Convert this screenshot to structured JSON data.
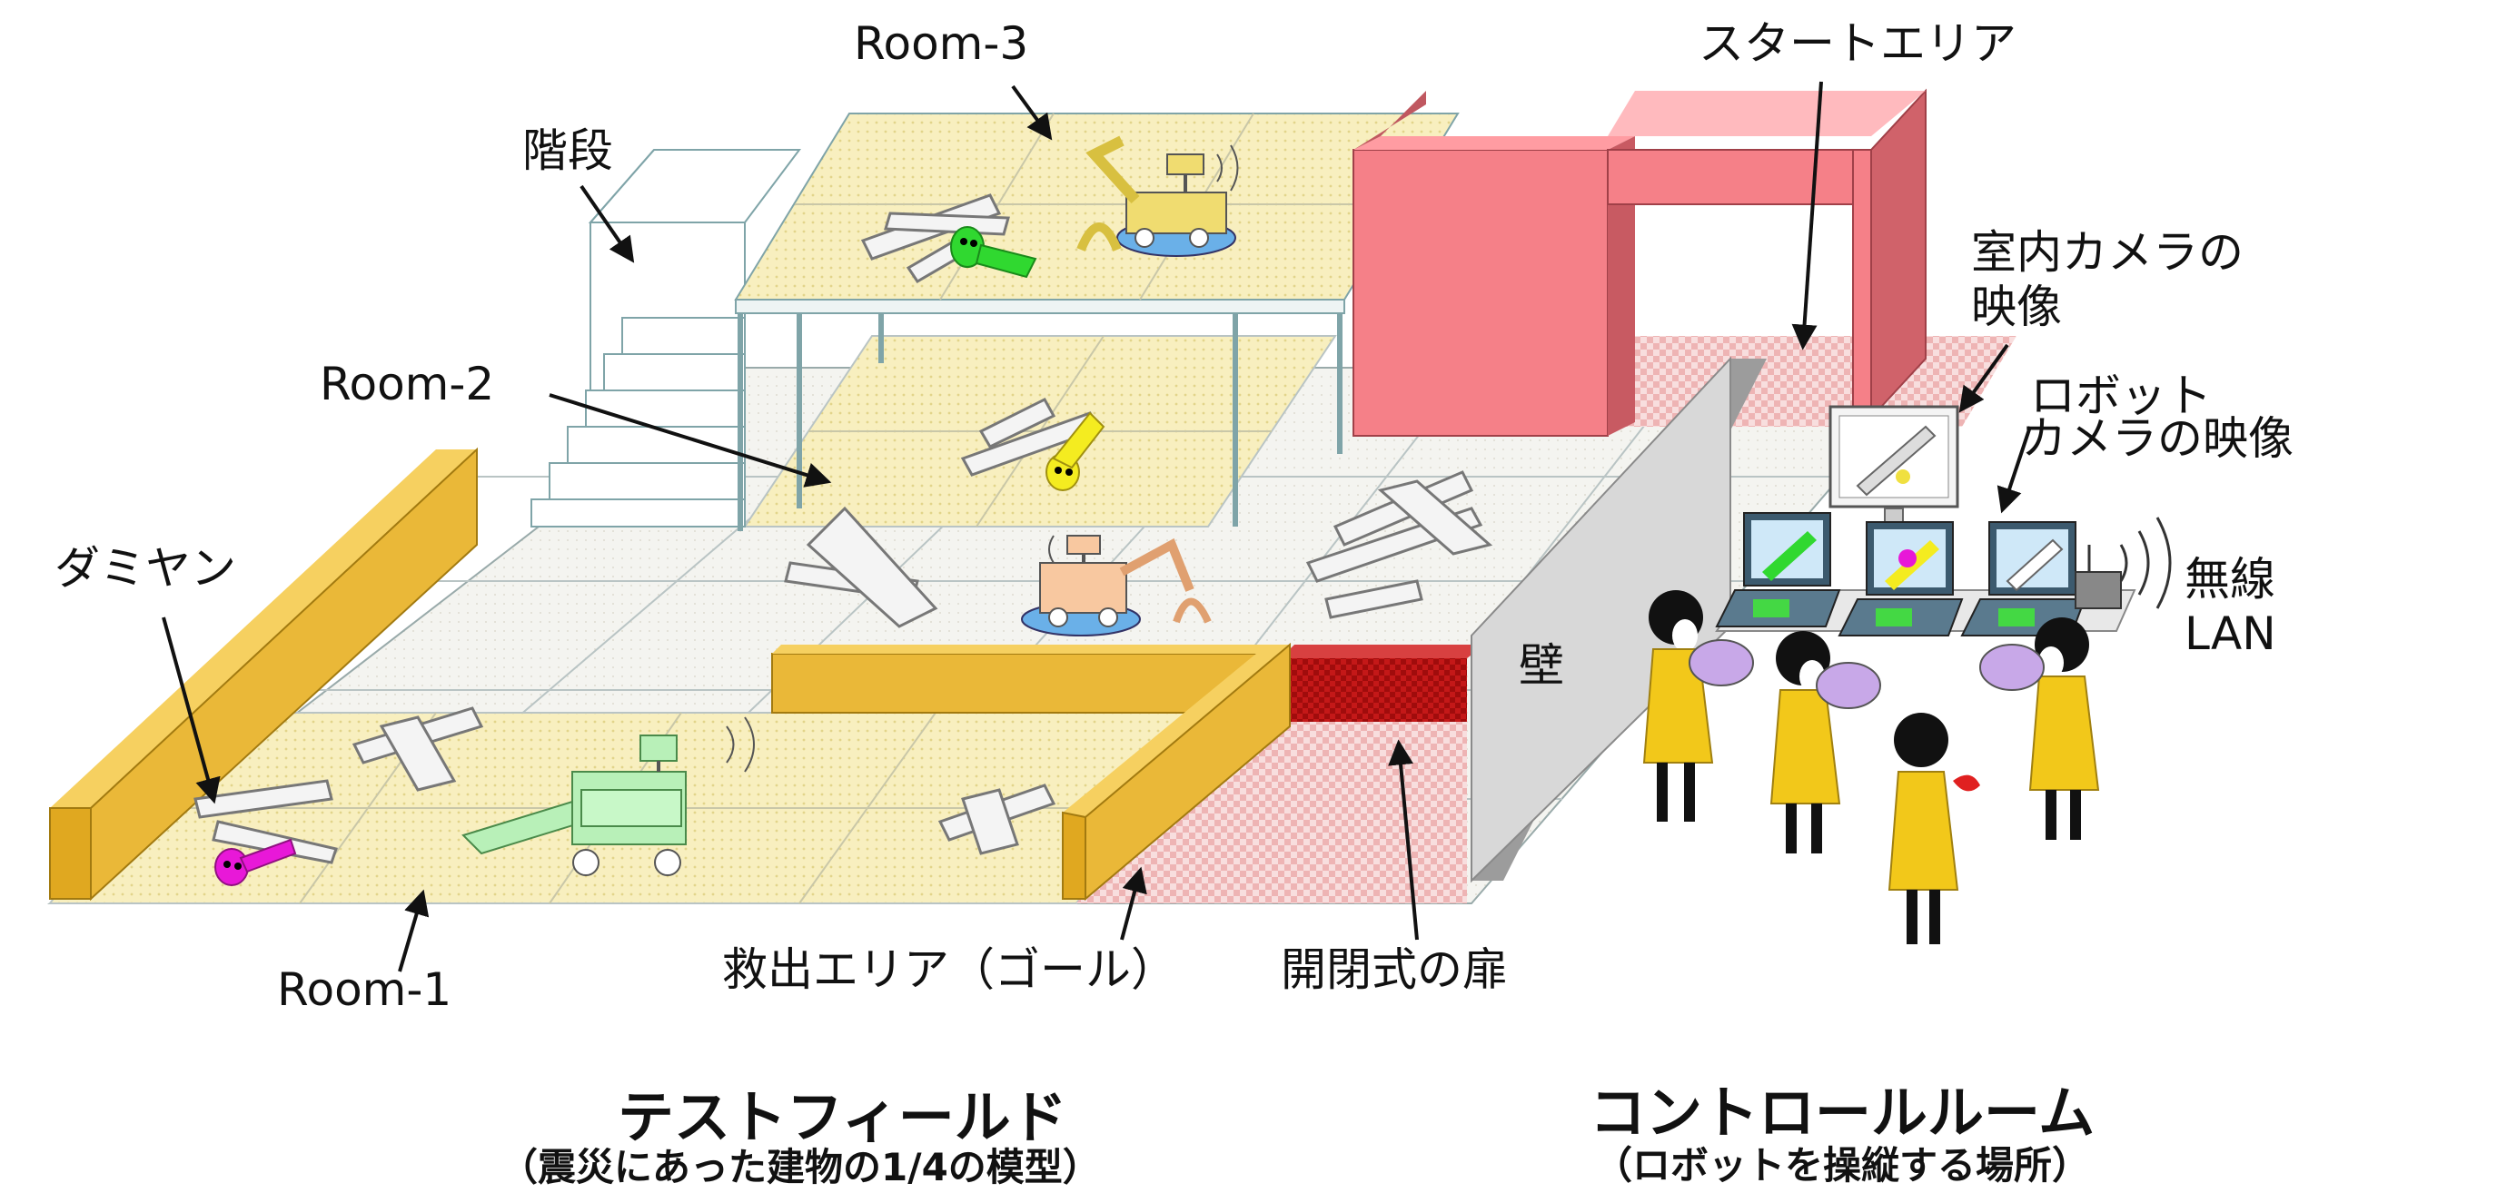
{
  "labels": {
    "room3": "Room-3",
    "stairs": "階段",
    "room2": "Room-2",
    "dummy": "ダミヤン",
    "room1": "Room-1",
    "rescue_area": "救出エリア（ゴール）",
    "door": "開閉式の扉",
    "wall": "壁",
    "start_area": "スタートエリア",
    "indoor_camera_line1": "室内カメラの",
    "indoor_camera_line2": "映像",
    "robot_camera_line1": "ロボット",
    "robot_camera_line2": "カメラの映像",
    "wireless_line1": "無線",
    "wireless_line2": "LAN"
  },
  "titles": {
    "test_field": "テストフィールド",
    "test_field_sub": "（震災にあった建物の1/4の模型）",
    "control_room": "コントロールルーム",
    "control_room_sub": "（ロボットを操縦する場所）"
  },
  "colors": {
    "floor": "#f8efbf",
    "floor_white": "#f2f2ee",
    "rescue_zone": "#f3c8c8",
    "door_red": "#c01818",
    "start_wall": "#f07880",
    "barrier": "#e8b830",
    "person": "#f2c81a"
  }
}
